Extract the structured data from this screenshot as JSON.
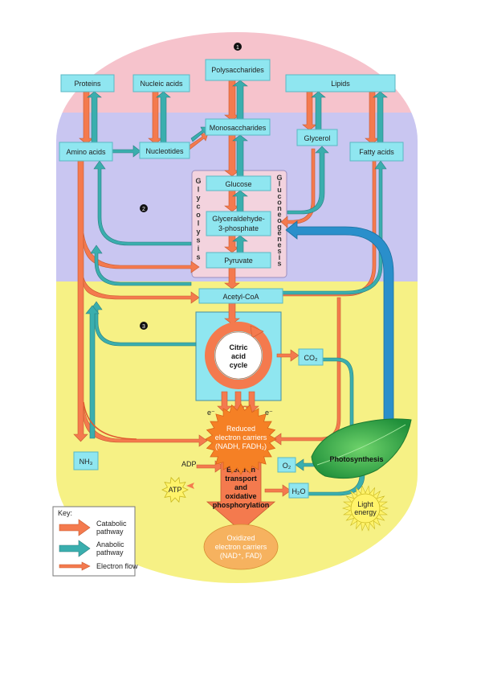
{
  "stage_markers": [
    "1",
    "2",
    "3"
  ],
  "boxes": {
    "polysaccharides": "Polysaccharides",
    "proteins": "Proteins",
    "nucleic_acids": "Nucleic acids",
    "lipids": "Lipids",
    "monosaccharides": "Monosaccharides",
    "amino_acids": "Amino acids",
    "nucleotides": "Nucleotides",
    "glycerol": "Glycerol",
    "fatty_acids": "Fatty acids",
    "glucose": "Glucose",
    "g3p_line1": "Glyceraldehyde-",
    "g3p_line2": "3-phosphate",
    "pyruvate": "Pyruvate",
    "acetyl_coa": "Acetyl-CoA",
    "co2": "CO₂",
    "nh3": "NH₃",
    "o2": "O₂",
    "h2o": "H₂O"
  },
  "vertical_labels": {
    "glycolysis": [
      "G",
      "l",
      "y",
      "c",
      "o",
      "l",
      "y",
      "s",
      "i",
      "s"
    ],
    "gluconeogenesis": [
      "G",
      "l",
      "u",
      "c",
      "o",
      "n",
      "e",
      "o",
      "g",
      "e",
      "n",
      "e",
      "s",
      "i",
      "s"
    ]
  },
  "cycle": {
    "line1": "Citric",
    "line2": "acid",
    "line3": "cycle"
  },
  "electrons": {
    "left": "e⁻",
    "right": "e⁻"
  },
  "reduced": {
    "line1": "Reduced",
    "line2": "electron carriers",
    "line3": "(NADH, FADH₂)"
  },
  "etc": {
    "line1": "Electron",
    "line2": "transport",
    "line3": "and",
    "line4": "oxidative",
    "line5": "phosphorylation"
  },
  "oxidized": {
    "line1": "Oxidized",
    "line2": "electron carriers",
    "line3": "(NAD⁺, FAD)"
  },
  "adp": "ADP",
  "atp": "ATP",
  "photosynthesis": "Photosynthesis",
  "light": {
    "line1": "Light",
    "line2": "energy"
  },
  "key": {
    "title": "Key:",
    "catabolic_line1": "Catabolic",
    "catabolic_line2": "pathway",
    "anabolic_line1": "Anabolic",
    "anabolic_line2": "pathway",
    "electron_flow": "Electron flow"
  },
  "colors": {
    "catabolic": "#f47a4e",
    "anabolic": "#3aaeae",
    "photo_arrow": "#2a8fcb",
    "box_fill": "#8fe6f0",
    "zone1": "#f6c3cc",
    "zone2": "#c9c6f1",
    "zone3": "#f6f185",
    "glycolysis_box": "#f3d3de",
    "cycle_square": "#8fe6f0",
    "carrier": "#f58025",
    "oxidized": "#f6b25f",
    "leaf": "#3bb34a",
    "sun": "#fff36a"
  }
}
